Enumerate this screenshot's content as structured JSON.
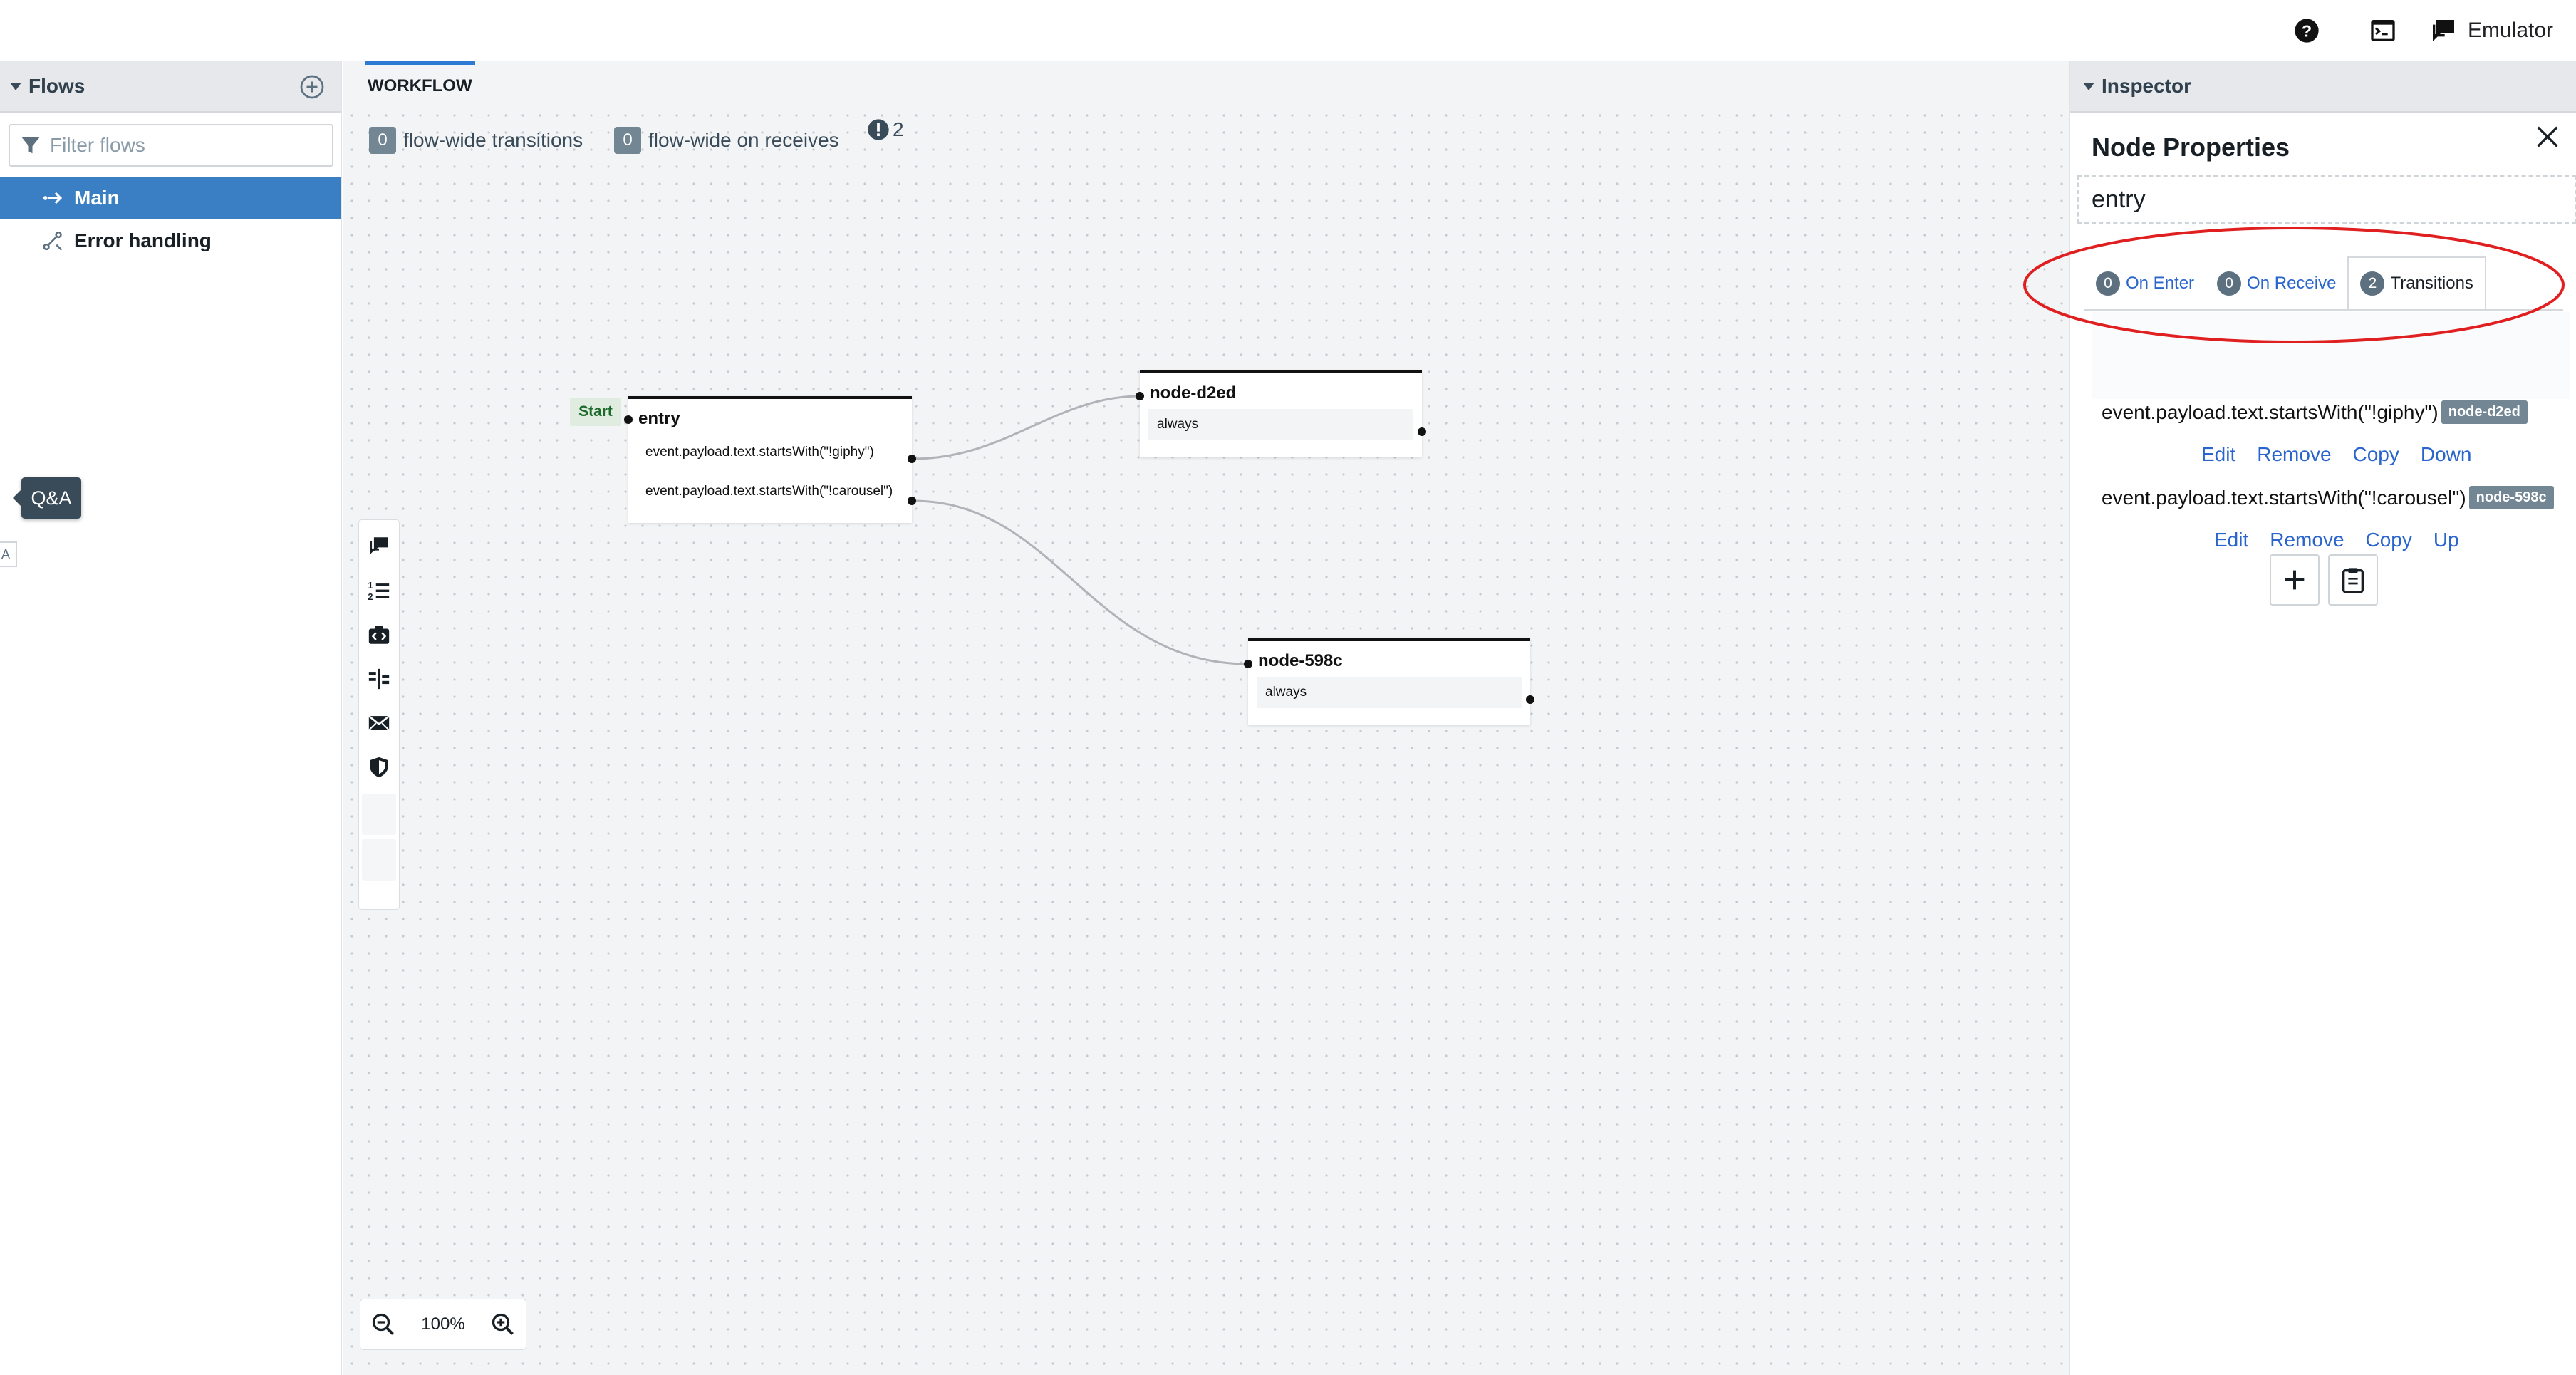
{
  "topbar": {
    "help_icon": "help-circle-icon",
    "console_icon": "console-icon",
    "emulator_label": "Emulator",
    "emulator_icon": "chat-icon"
  },
  "flows_panel": {
    "title": "Flows",
    "filter_placeholder": "Filter flows",
    "items": [
      {
        "label": "Main",
        "icon": "entry-arrow-icon",
        "active": true
      },
      {
        "label": "Error handling",
        "icon": "error-flow-icon",
        "active": false
      }
    ]
  },
  "qa_tag": {
    "label": "Q&A",
    "edge_label": "A"
  },
  "workflow": {
    "tab_label": "WORKFLOW",
    "flow_wide_transitions": {
      "count": "0",
      "label": "flow-wide transitions"
    },
    "flow_wide_receives": {
      "count": "0",
      "label": "flow-wide on receives"
    },
    "warnings": {
      "count": "2",
      "icon": "warning-icon"
    },
    "start_label": "Start",
    "nodes": {
      "entry": {
        "title": "entry",
        "transitions": [
          "event.payload.text.startsWith(\"!giphy\")",
          "event.payload.text.startsWith(\"!carousel\")"
        ]
      },
      "d2ed": {
        "title": "node-d2ed",
        "transition": "always"
      },
      "598c": {
        "title": "node-598c",
        "transition": "always"
      }
    },
    "palette_icons": [
      "standard-node-icon",
      "list-node-icon",
      "skill-node-icon",
      "split-node-icon",
      "say-node-icon",
      "security-node-icon"
    ],
    "zoom_level": "100%"
  },
  "inspector": {
    "title": "Inspector",
    "section_title": "Node Properties",
    "node_name": "entry",
    "tabs": [
      {
        "count": "0",
        "label": "On Enter",
        "active": false
      },
      {
        "count": "0",
        "label": "On Receive",
        "active": false
      },
      {
        "count": "2",
        "label": "Transitions",
        "active": true
      }
    ],
    "transitions": [
      {
        "condition": "event.payload.text.startsWith(\"!giphy\")",
        "target": "node-d2ed",
        "actions": [
          "Edit",
          "Remove",
          "Copy",
          "Down"
        ]
      },
      {
        "condition": "event.payload.text.startsWith(\"!carousel\")",
        "target": "node-598c",
        "actions": [
          "Edit",
          "Remove",
          "Copy",
          "Up"
        ]
      }
    ],
    "highlight_color": "#e02020"
  }
}
